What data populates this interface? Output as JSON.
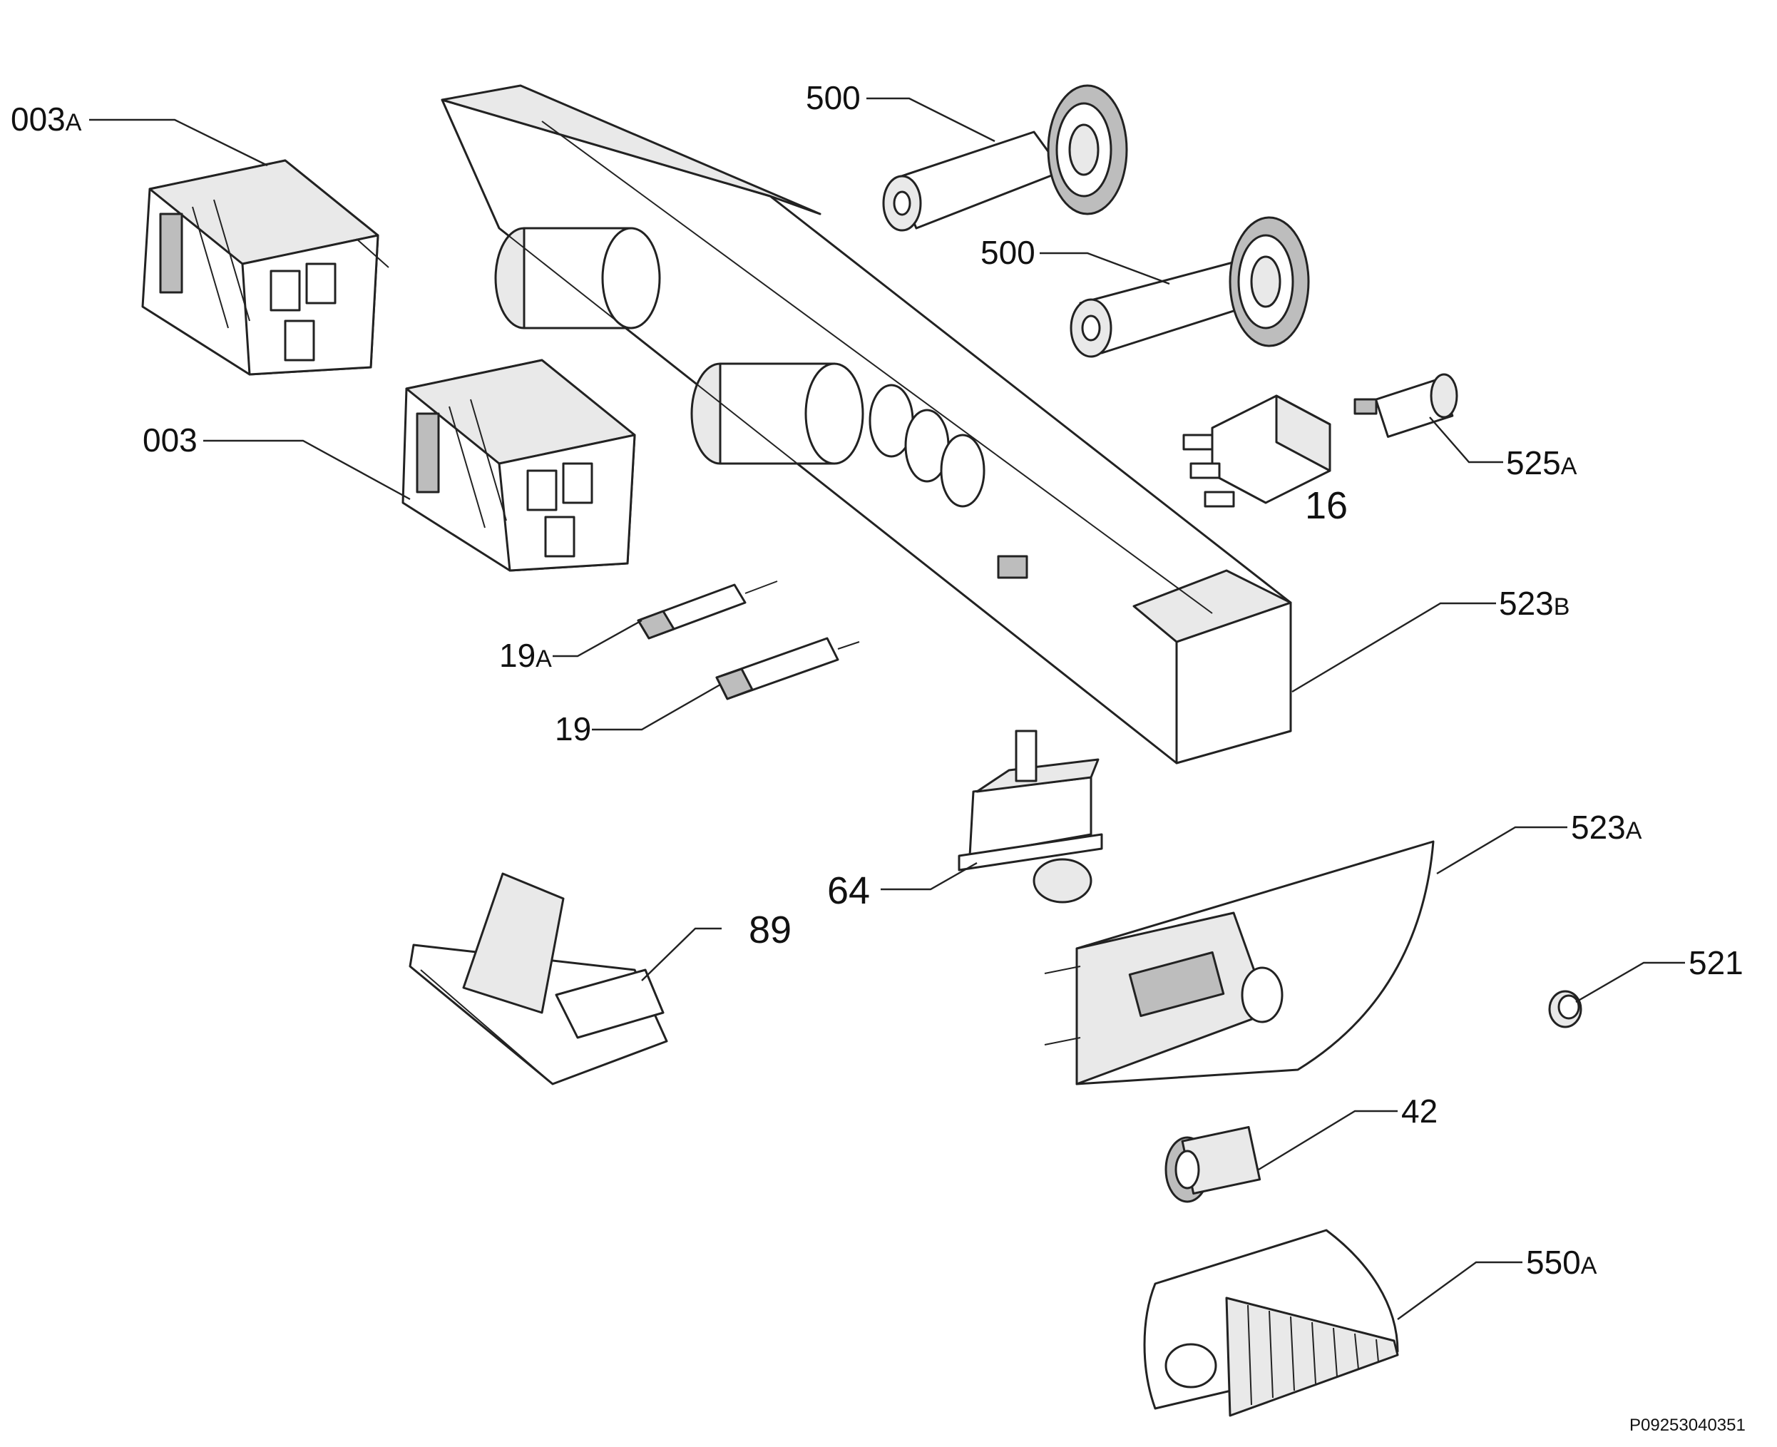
{
  "labels": {
    "l003a": {
      "num": "003",
      "suffix": "A"
    },
    "l003": {
      "num": "003",
      "suffix": ""
    },
    "l500a": {
      "num": "500",
      "suffix": ""
    },
    "l500b": {
      "num": "500",
      "suffix": ""
    },
    "l525a": {
      "num": "525",
      "suffix": "A"
    },
    "l16": {
      "num": "16",
      "suffix": ""
    },
    "l523b": {
      "num": "523",
      "suffix": "B"
    },
    "l19a": {
      "num": "19",
      "suffix": "A"
    },
    "l19": {
      "num": "19",
      "suffix": ""
    },
    "l64": {
      "num": "64",
      "suffix": ""
    },
    "l89": {
      "num": "89",
      "suffix": ""
    },
    "l523a": {
      "num": "523",
      "suffix": "A"
    },
    "l521": {
      "num": "521",
      "suffix": ""
    },
    "l42": {
      "num": "42",
      "suffix": ""
    },
    "l550a": {
      "num": "550",
      "suffix": "A"
    }
  },
  "document_id": "P09253040351"
}
